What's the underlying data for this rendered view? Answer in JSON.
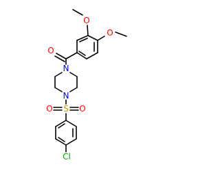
{
  "molecule": {
    "atoms": {
      "methoxy_o_top": {
        "symbol": "O",
        "color": "#ff0000"
      },
      "methoxy_o_right": {
        "symbol": "O",
        "color": "#ff0000"
      },
      "carbonyl_o": {
        "symbol": "O",
        "color": "#ff0000"
      },
      "piperazine_n_top": {
        "symbol": "N",
        "color": "#0000ff"
      },
      "piperazine_n_bottom": {
        "symbol": "N",
        "color": "#0000ff"
      },
      "sulfur": {
        "symbol": "S",
        "color": "#b8a000"
      },
      "sulfonyl_o_left": {
        "symbol": "O",
        "color": "#ff0000"
      },
      "sulfonyl_o_right": {
        "symbol": "O",
        "color": "#ff0000"
      },
      "chlorine": {
        "symbol": "Cl",
        "color": "#00aa00"
      }
    },
    "bond_color": "#000000",
    "background": "#ffffff"
  }
}
